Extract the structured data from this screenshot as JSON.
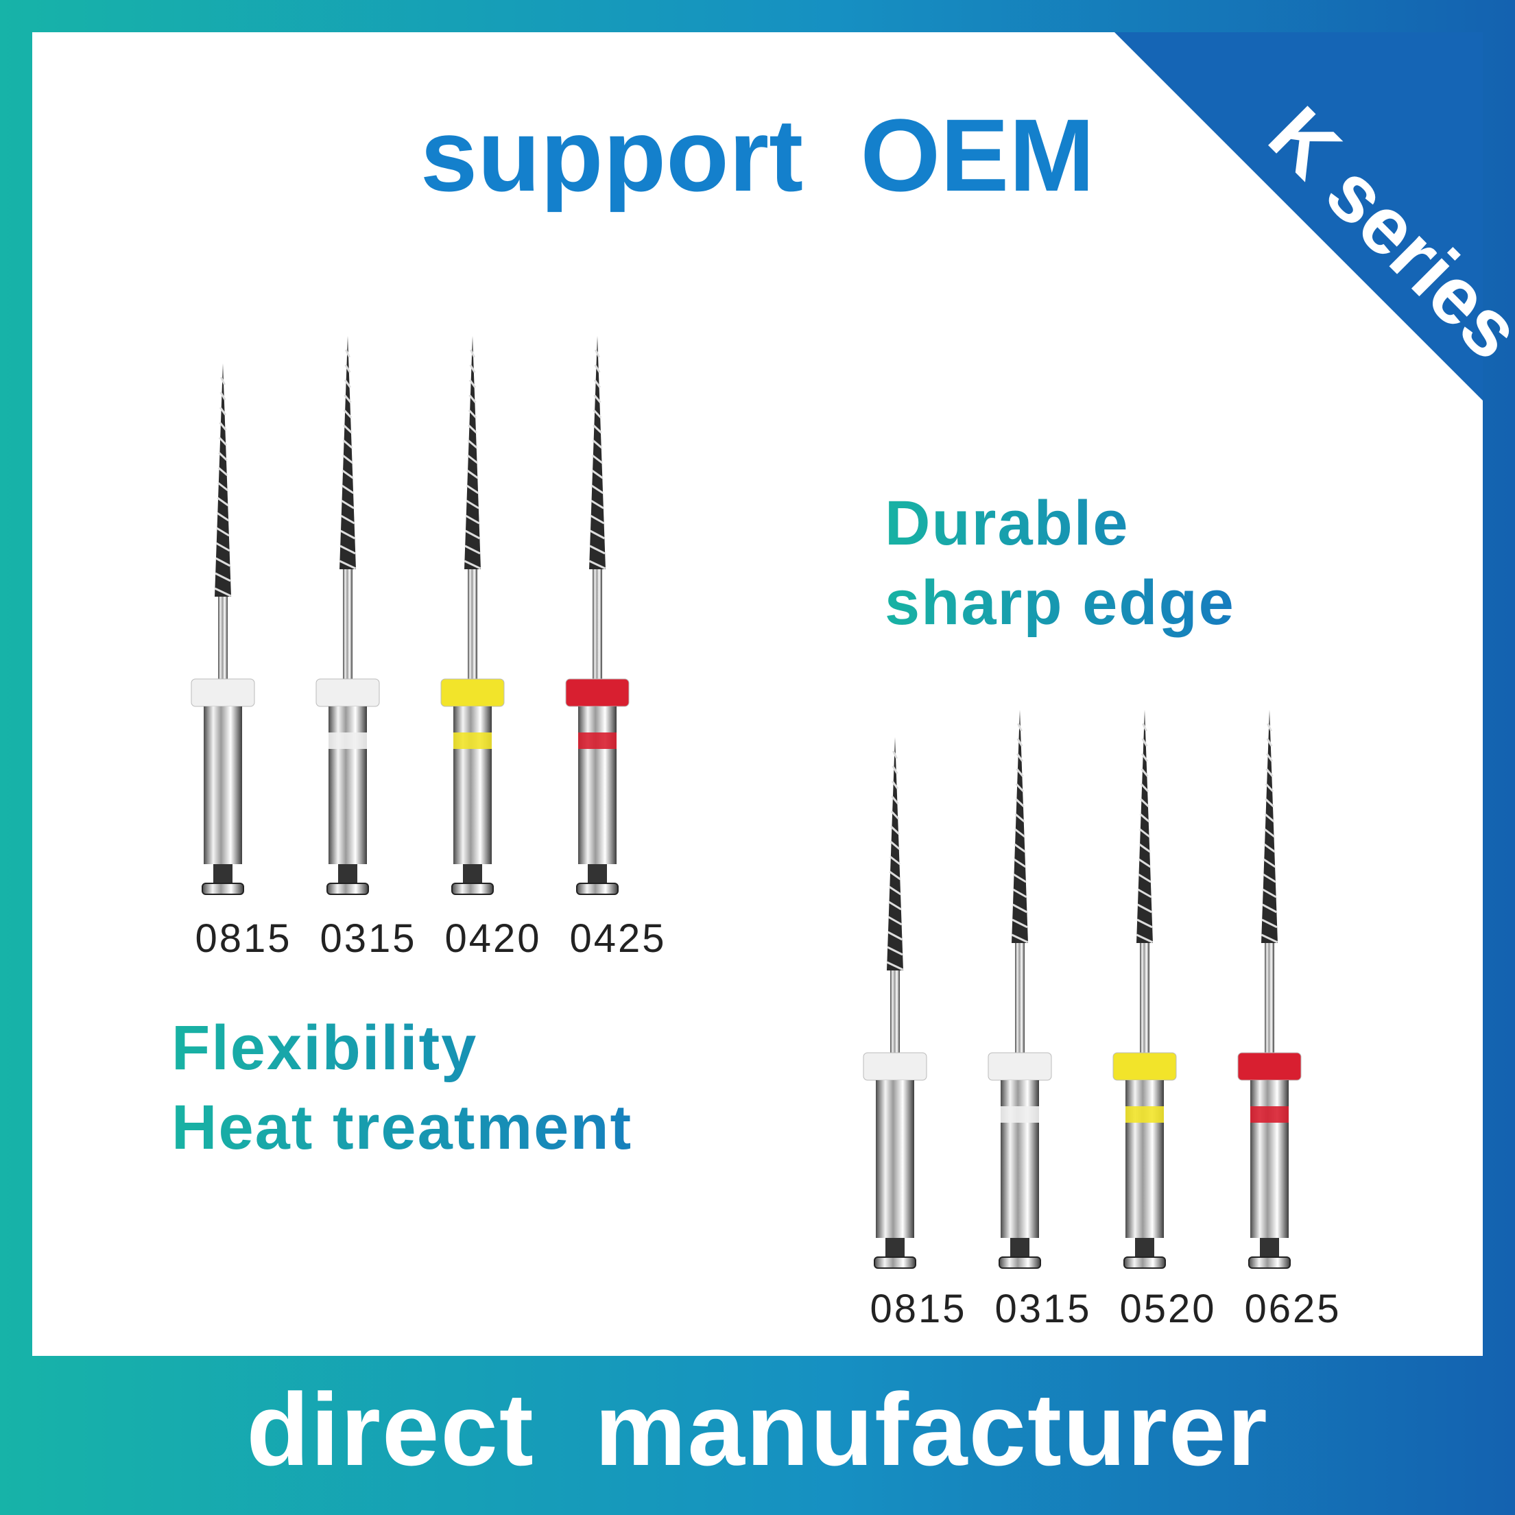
{
  "headline_top": "support  OEM",
  "headline_bottom": "direct  manufacturer",
  "badge": "K series",
  "feature_durable": {
    "line1": "Durable",
    "line2": "sharp edge"
  },
  "feature_flex": {
    "line1": "Flexibility",
    "line2": "Heat treatment"
  },
  "models_top": [
    "0815",
    "0315",
    "0420",
    "0425"
  ],
  "models_bottom": [
    "0815",
    "0315",
    "0520",
    "0625"
  ],
  "ring_colors_top": [
    "#f0f0f0",
    "#f0f0f0",
    "#f2e42a",
    "#d81f30"
  ],
  "ring_colors_bottom": [
    "#f0f0f0",
    "#f0f0f0",
    "#f2e42a",
    "#d81f30"
  ],
  "colors": {
    "frame_teal": "#17b3a8",
    "frame_blue": "#1462b0",
    "headline_blue": "#1480cc",
    "badge_blue": "#1565b5"
  }
}
